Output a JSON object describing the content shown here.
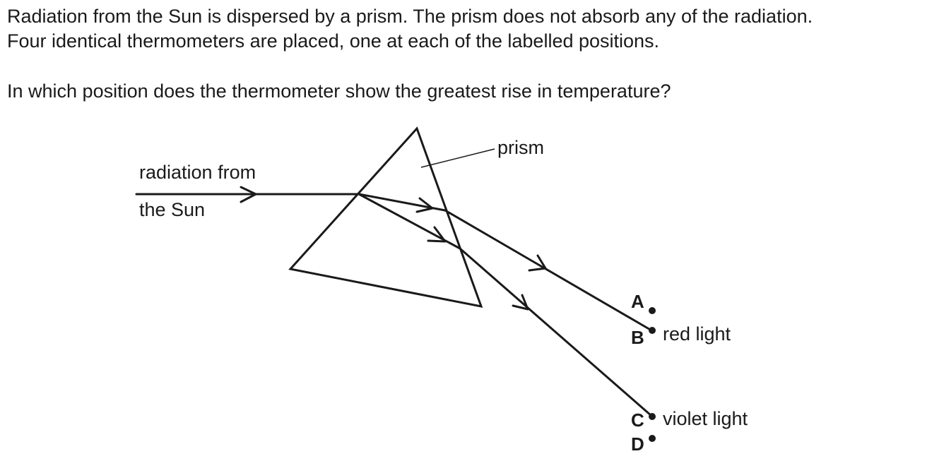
{
  "question": {
    "line1": "Radiation from the Sun is dispersed by a prism. The prism does not absorb any of the radiation.",
    "line2": "Four identical thermometers are placed, one at each of the labelled positions.",
    "line3": "In which position does the thermometer show the greatest rise in temperature?"
  },
  "diagram": {
    "source_label_1": "radiation from",
    "source_label_2": "the Sun",
    "prism_label": "prism",
    "red_label": "red light",
    "violet_label": "violet light",
    "points": {
      "a": "A",
      "b": "B",
      "c": "C",
      "d": "D"
    }
  }
}
